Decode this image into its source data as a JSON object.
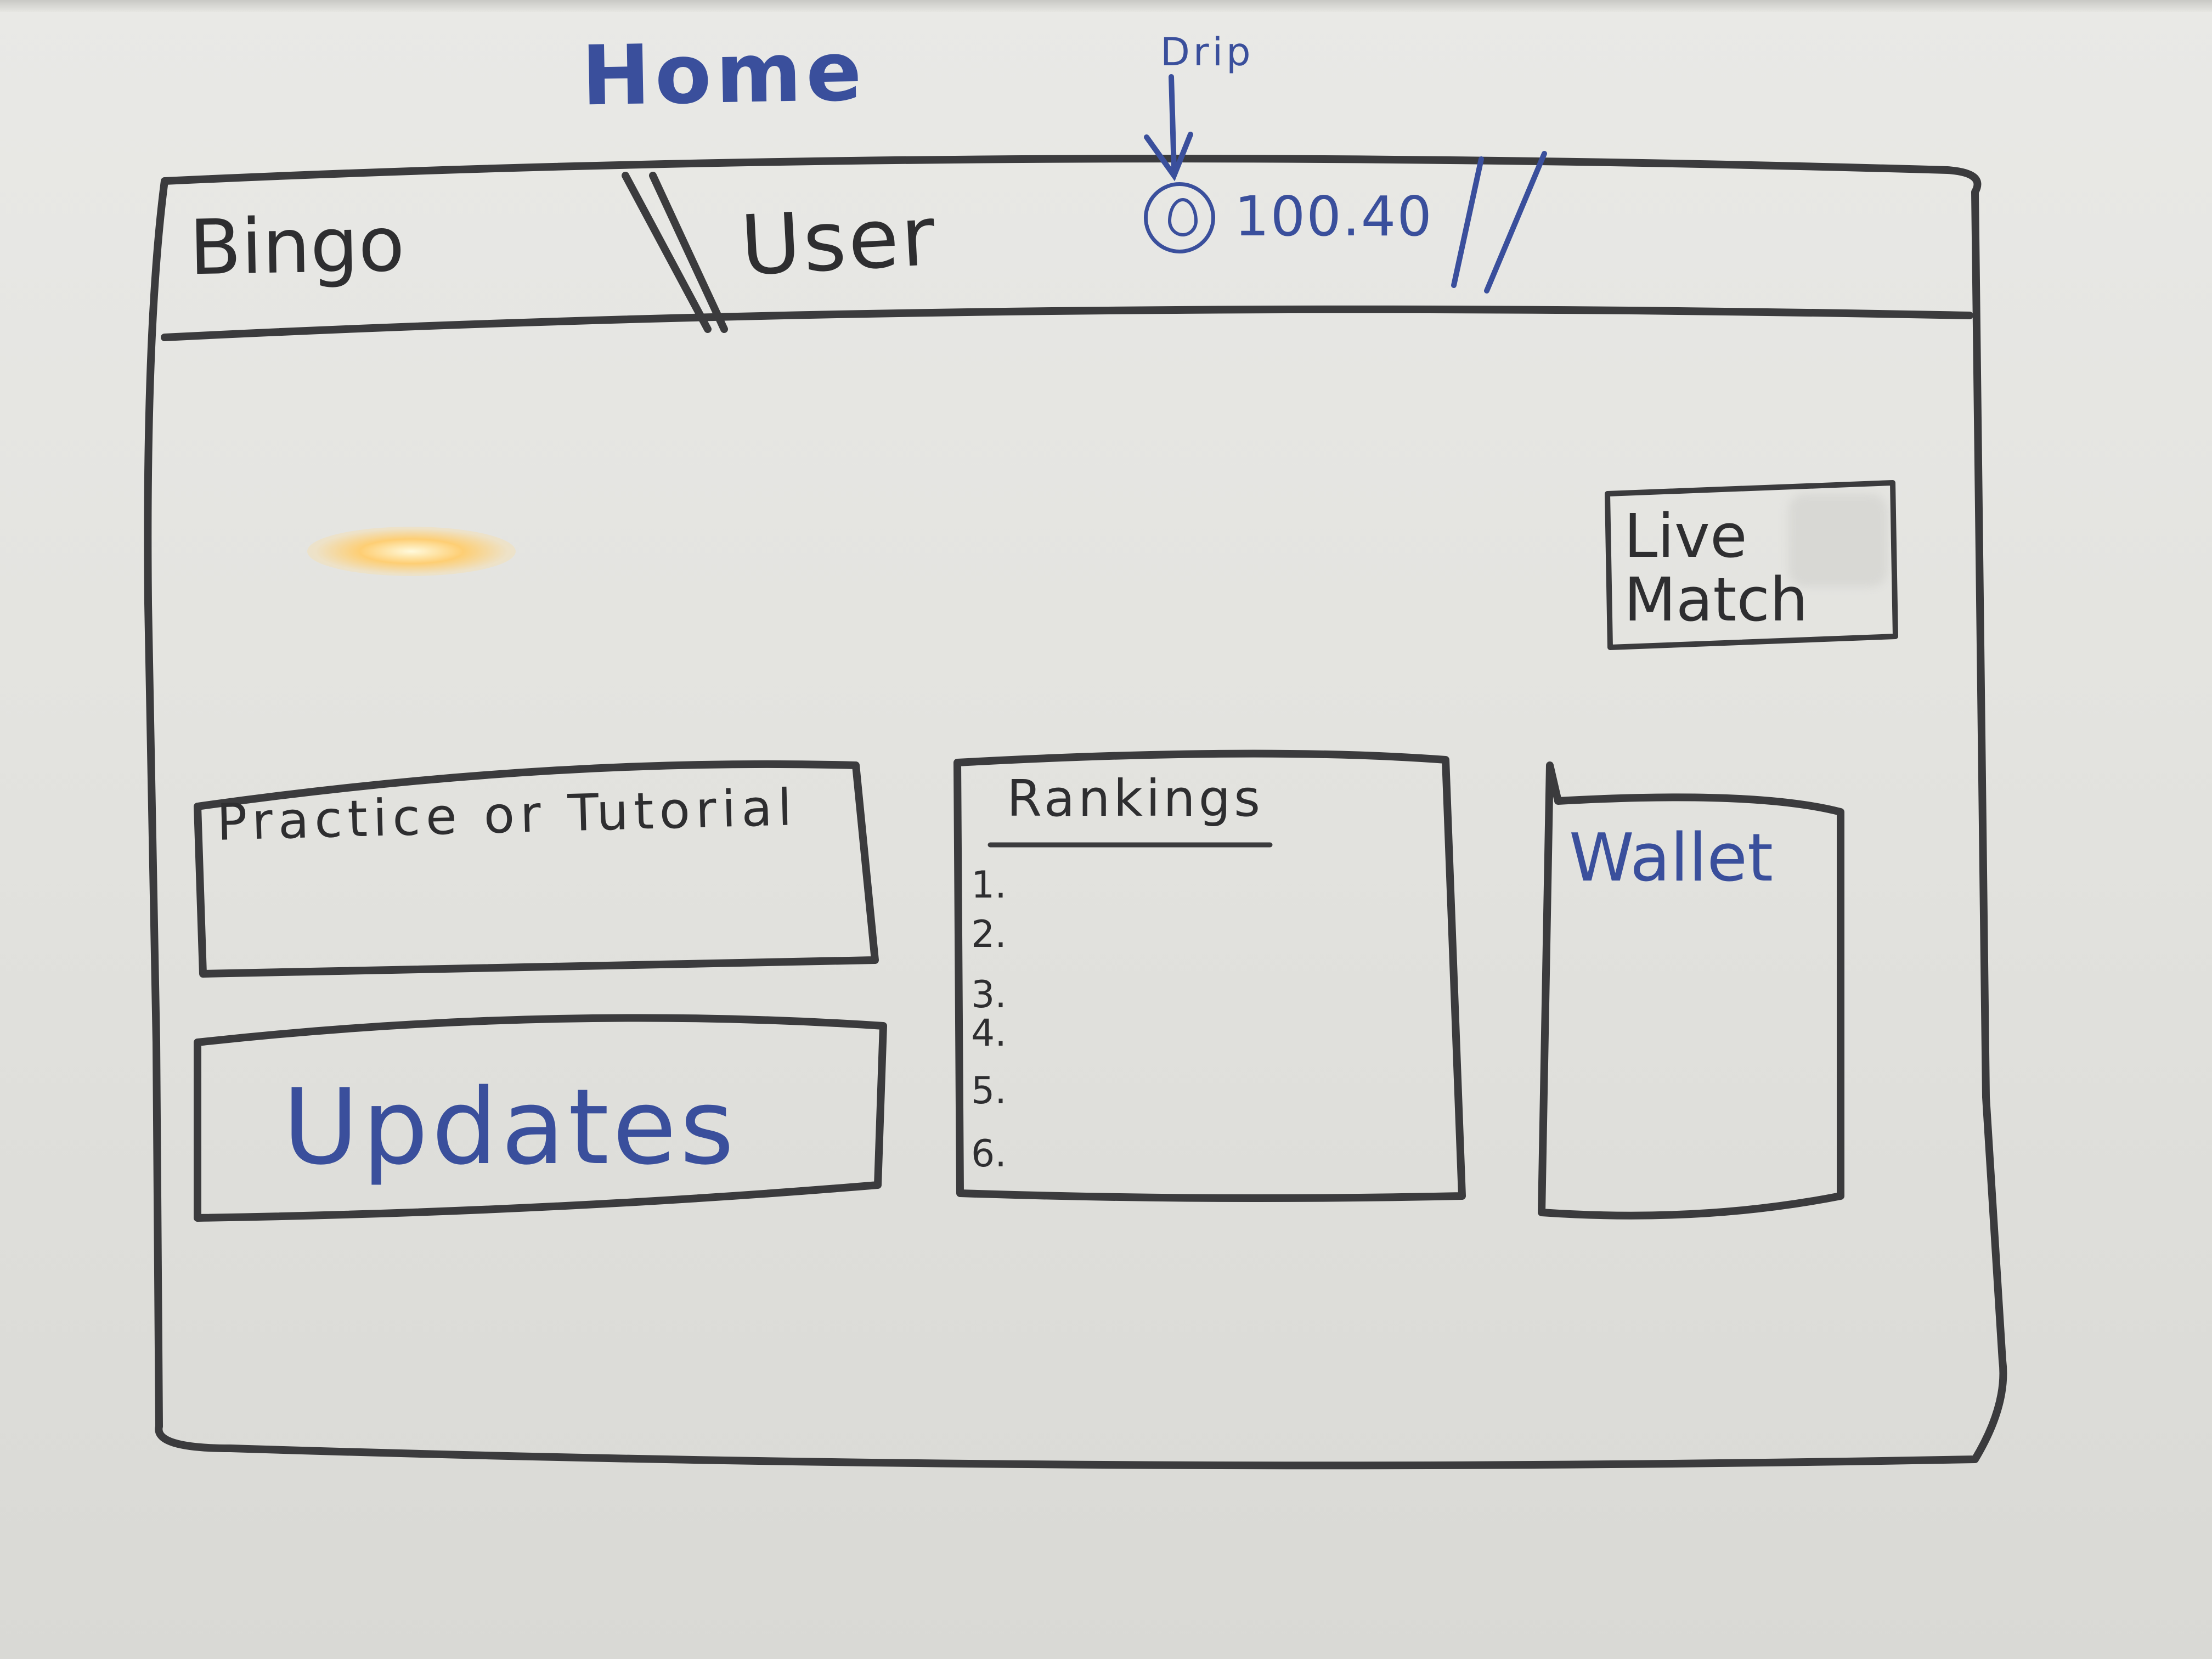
{
  "page_title": "Home",
  "annotation": {
    "label": "Drip"
  },
  "header": {
    "logo_text": "Bingo",
    "user_tab": "User",
    "balance": "100.40",
    "balance_icon": "coin-icon"
  },
  "live_match": {
    "label": "Live\nMatch"
  },
  "practice": {
    "label": "Practice or Tutorial"
  },
  "updates": {
    "label": "Updates"
  },
  "rankings": {
    "title": "Rankings",
    "items": [
      "1.",
      "2.",
      "3.",
      "4.",
      "5.",
      "6."
    ]
  },
  "wallet": {
    "label": "Wallet"
  },
  "colors": {
    "board": "#e6e6e2",
    "ink_black": "#2e2e30",
    "ink_blue": "#3a4f9c"
  }
}
